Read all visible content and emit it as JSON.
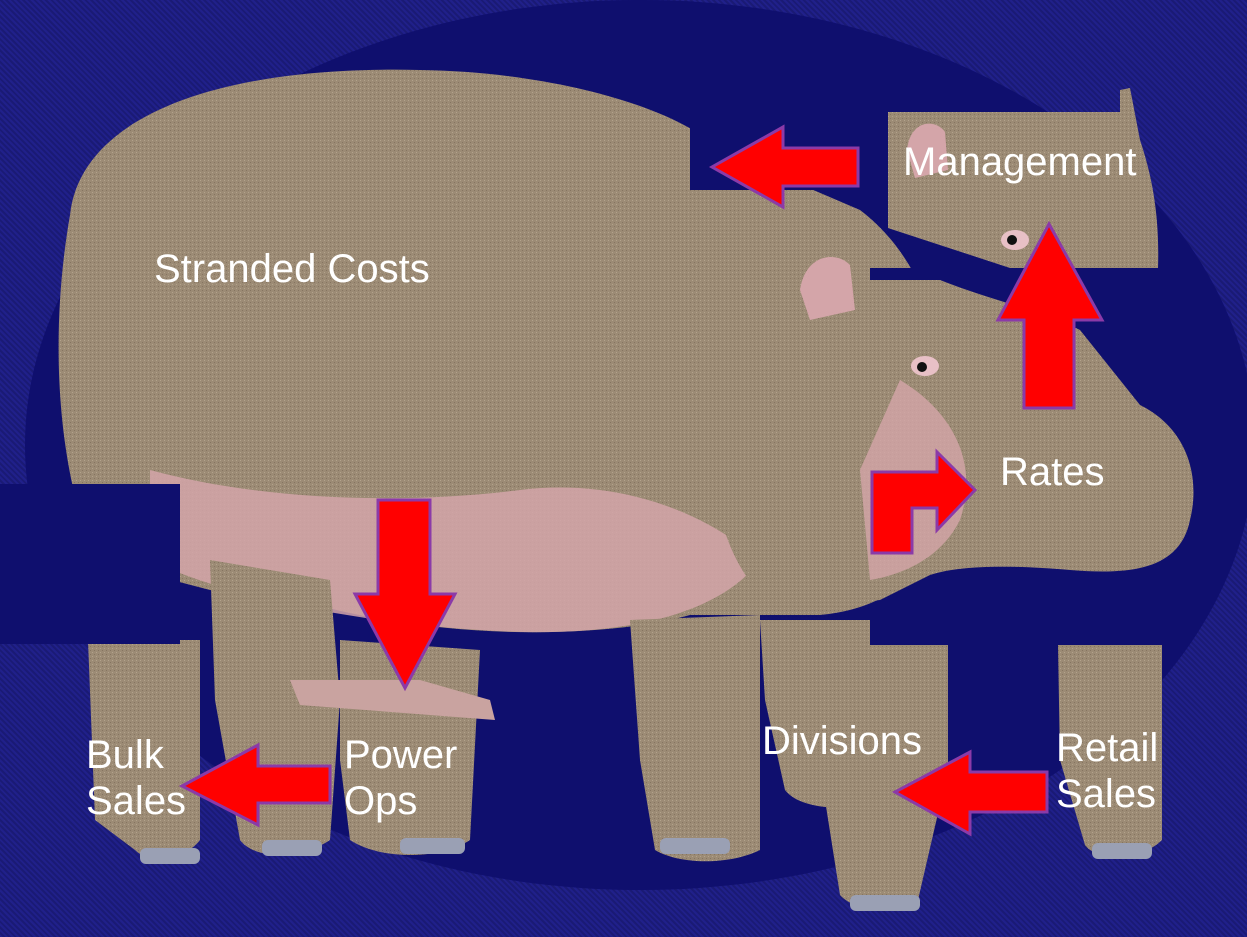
{
  "labels": {
    "management": "Management",
    "stranded_costs": "Stranded Costs",
    "rates": "Rates",
    "bulk_sales": [
      "Bulk",
      "Sales"
    ],
    "power_ops": [
      "Power",
      "Ops"
    ],
    "divisions": "Divisions",
    "retail_sales": [
      "Retail",
      "Sales"
    ]
  },
  "colors": {
    "background": "#1a1a75",
    "oval": "#0f0f6e",
    "hippo_body": "#9c8b75",
    "hippo_shadow": "#847561",
    "hippo_pink": "#d4a5a9",
    "arrow_fill": "#ff0000",
    "arrow_stroke": "#8b3aa8",
    "text": "#ffffff"
  },
  "icons": [
    "hippo-illustration",
    "arrow-left-icon",
    "arrow-up-icon",
    "arrow-bent-right-icon",
    "arrow-down-icon"
  ]
}
